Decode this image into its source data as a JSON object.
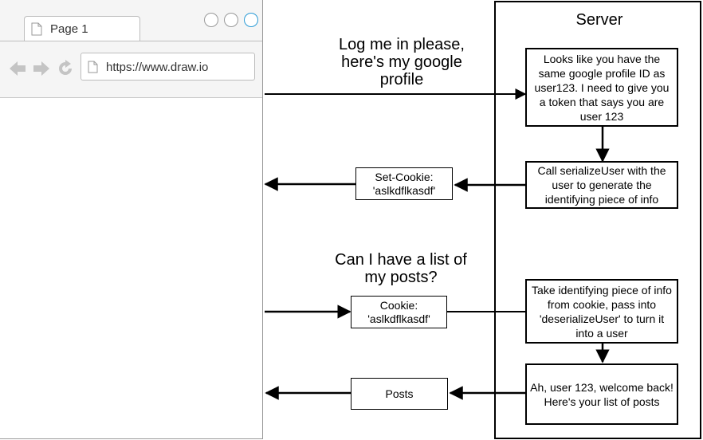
{
  "browser": {
    "tab_label": "Page 1",
    "url": "https://www.draw.io",
    "icons": [
      "back-arrow-icon",
      "forward-arrow-icon",
      "refresh-icon",
      "page-icon"
    ]
  },
  "server": {
    "title": "Server",
    "step1": "Looks like you have the same google profile ID as user123.  I need to give you a token that says you are user 123",
    "step2": "Call serializeUser with the user to generate the identifying piece of info",
    "step3": "Take identifying piece of info from cookie, pass into 'deserializeUser' to turn it into a user",
    "step4": "Ah, user 123, welcome back!  Here's your list of posts"
  },
  "messages": {
    "login_request": "Log me in please, here's my google profile",
    "set_cookie": "Set-Cookie: 'aslkdflkasdf'",
    "posts_request": "Can I have a list of my posts?",
    "cookie": "Cookie: 'aslkdflkasdf'",
    "posts": "Posts"
  },
  "colors": {
    "line": "#000000",
    "chrome_bg": "#f5f5f5",
    "icon_gray": "#c4c4c4",
    "window_blue": "#2a9bd6"
  }
}
